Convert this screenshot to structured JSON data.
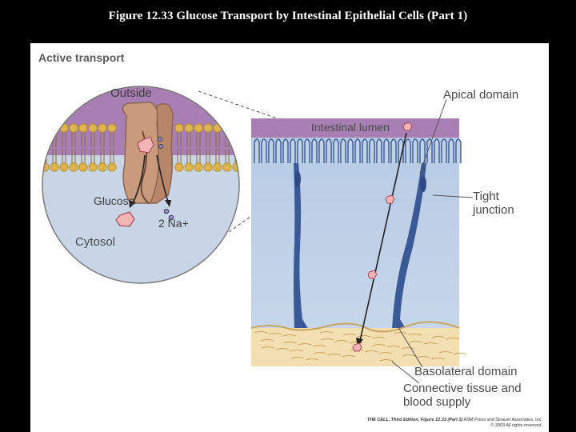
{
  "slide": {
    "title": "Figure 12.33  Glucose Transport by Intestinal Epithelial Cells (Part 1)"
  },
  "panel": {
    "heading": "Active transport"
  },
  "inset": {
    "outside_label": "Outside",
    "glucose_label": "Glucose",
    "sodium_label": "2 Na+",
    "cytosol_label": "Cytosol"
  },
  "tissue": {
    "lumen_label": "Intestinal lumen",
    "apical_label": "Apical domain",
    "tight_junction_label": "Tight junction",
    "basolateral_label": "Basolateral domain",
    "connective_label": "Connective tissue and blood supply"
  },
  "credit": {
    "book": "THE CELL, Third Edition, Figure 12.33 (Part 1)",
    "publisher": "ASM Press and Sinauer Associates, Inc.",
    "copyright": "© 2003 All rights reserved."
  },
  "colors": {
    "slide_background": "#000000",
    "membrane_outer": "#a77fb2",
    "cytosol": "#c8d5e6",
    "lipid_head": "#ddb44e",
    "transporter": "#c99a7c",
    "glucose": "#f1b5b5",
    "tissue_cell": "#c3d3e6",
    "junction": "#3a5a97",
    "connective": "#f3dfb2"
  }
}
